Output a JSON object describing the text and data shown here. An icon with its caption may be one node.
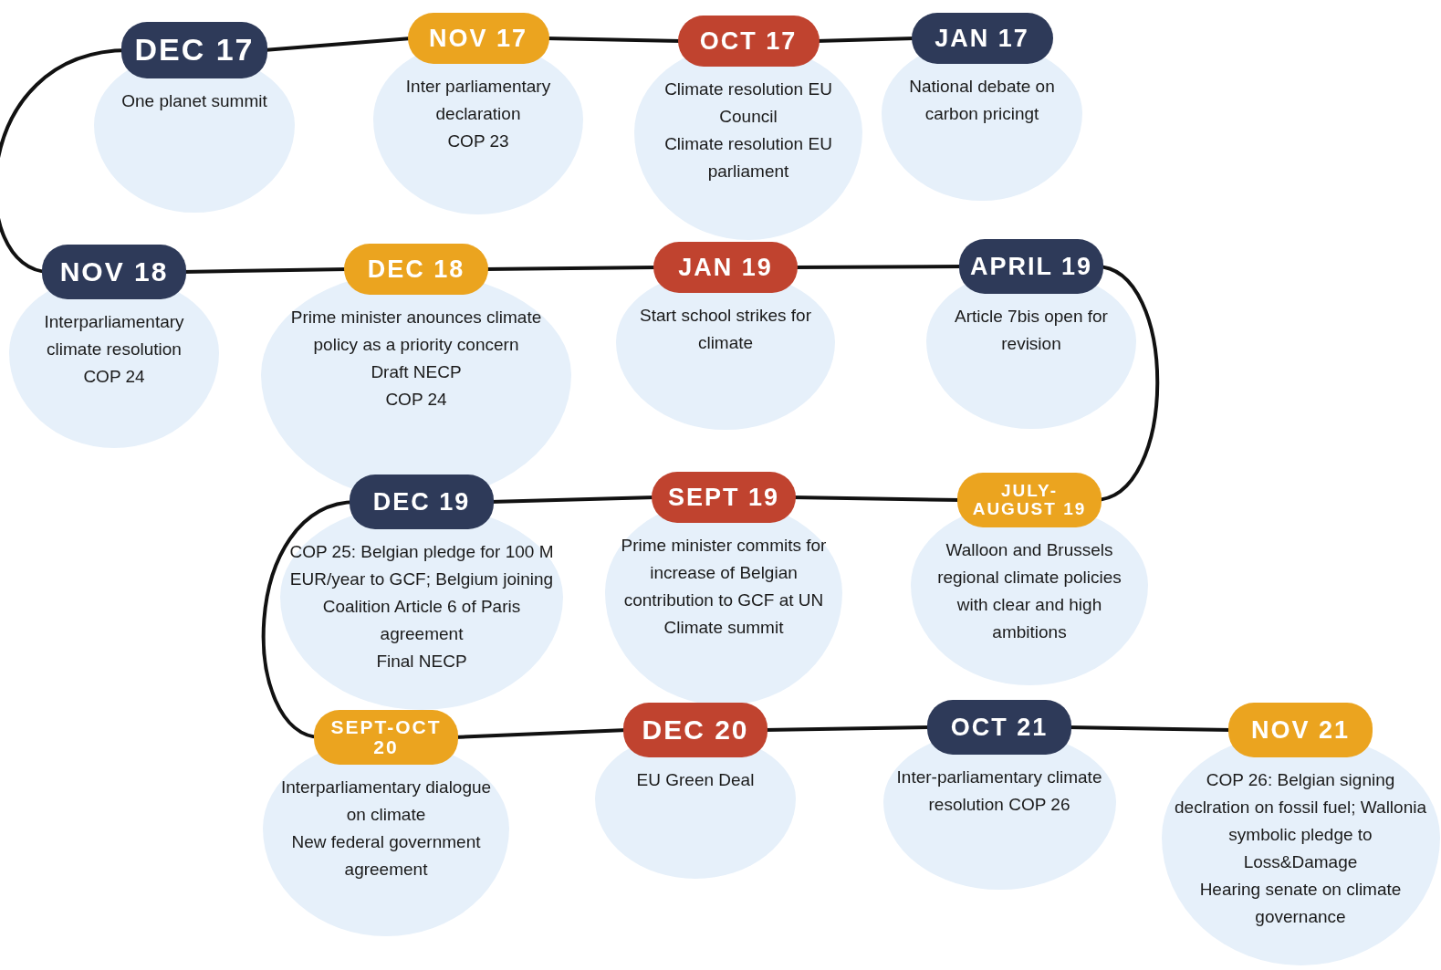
{
  "diagram": {
    "nodes": [
      {
        "text": [
          "DEC 17",
          "One planet summit"
        ]
      },
      {
        "text": [
          "NOV 17",
          "Inter parliamentary declaration",
          "COP 23"
        ]
      },
      {
        "text": [
          "OCT 17",
          "Climate resolution EU Council",
          "Climate resolution EU parliament"
        ]
      },
      {
        "text": [
          "JAN 17",
          "National debate on carbon pricingt"
        ]
      },
      {
        "text": [
          "NOV 18",
          "Interparliamentary climate resolution",
          "COP 24"
        ]
      },
      {
        "text": [
          "DEC 18",
          "Prime minister anounces climate policy as a priority concern",
          "Draft NECP",
          "COP 24"
        ]
      },
      {
        "text": [
          "JAN 19",
          "Start school strikes for climate"
        ]
      },
      {
        "text": [
          "APRIL 19",
          "Article 7bis open for revision"
        ]
      },
      {
        "text": [
          "DEC 19",
          "COP 25: Belgian pledge for 100 M EUR/year to GCF; Belgium joining Coalition Article 6 of Paris agreement",
          "Final NECP"
        ]
      },
      {
        "text": [
          "SEPT 19",
          "Prime minister commits for increase of Belgian contribution to GCF at UN Climate summit"
        ]
      },
      {
        "text": [
          "JULY-AUGUST 19",
          "Walloon and Brussels regional climate policies with clear and high ambitions"
        ]
      },
      {
        "text": [
          "SEPT-OCT 20",
          "Interparliamentary dialogue on climate",
          "New federal government agreement"
        ]
      },
      {
        "text": [
          "DEC 20",
          "EU Green Deal"
        ]
      },
      {
        "text": [
          "OCT 21",
          "Inter-parliamentary climate resolution COP 26"
        ]
      },
      {
        "text": [
          "NOV 21",
          "COP 26: Belgian signing declration on fossil fuel; Wallonia symbolic pledge to Loss&Damage",
          "Hearing senate on climate governance"
        ]
      }
    ],
    "edges": [
      {
        "from": 3,
        "to": 2,
        "arrow": "none"
      },
      {
        "from": 2,
        "to": 1,
        "arrow": "none"
      },
      {
        "from": 1,
        "to": 0,
        "arrow": "none"
      },
      {
        "from": 0,
        "to": 4,
        "arrow": "none"
      },
      {
        "from": 4,
        "to": 5,
        "arrow": "none"
      },
      {
        "from": 5,
        "to": 6,
        "arrow": "none"
      },
      {
        "from": 6,
        "to": 7,
        "arrow": "none"
      },
      {
        "from": 7,
        "to": 10,
        "arrow": "none"
      },
      {
        "from": 10,
        "to": 9,
        "arrow": "none"
      },
      {
        "from": 9,
        "to": 8,
        "arrow": "none"
      },
      {
        "from": 8,
        "to": 11,
        "arrow": "none"
      },
      {
        "from": 11,
        "to": 12,
        "arrow": "none"
      },
      {
        "from": 12,
        "to": 13,
        "arrow": "none"
      },
      {
        "from": 13,
        "to": 14,
        "arrow": "none"
      }
    ]
  }
}
